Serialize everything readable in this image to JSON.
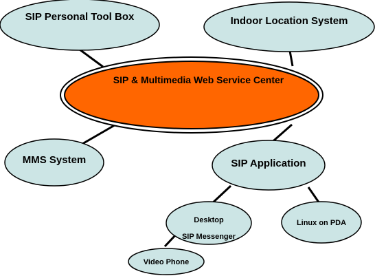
{
  "diagram": {
    "center": {
      "label": "SIP & Multimedia Web Service Center",
      "color": "#ff6600"
    },
    "nodes": {
      "personal_toolbox": {
        "label": "SIP Personal Tool Box"
      },
      "indoor_location": {
        "label": "Indoor Location System"
      },
      "mms_system": {
        "label": "MMS System"
      },
      "sip_application": {
        "label": "SIP Application"
      },
      "desktop_messenger": {
        "label_line1": "Desktop",
        "label_line2": "SIP Messenger"
      },
      "linux_pda": {
        "label": "Linux on PDA"
      },
      "video_phone": {
        "label": "Video Phone"
      }
    },
    "node_color": "#cce5e5"
  }
}
